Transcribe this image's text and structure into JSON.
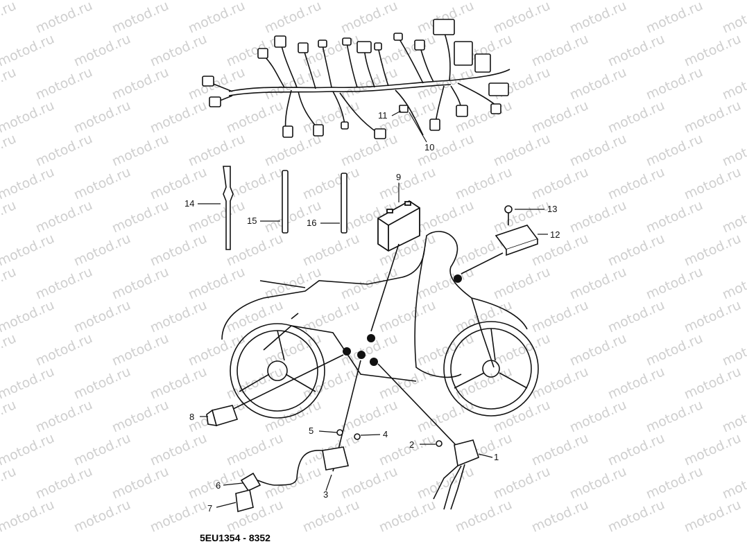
{
  "watermark": "motod.ru",
  "diagram_code": "5EU1354 - 8352",
  "callouts": [
    "1",
    "2",
    "3",
    "4",
    "5",
    "6",
    "7",
    "8",
    "9",
    "10",
    "11",
    "12",
    "13",
    "14",
    "15",
    "16"
  ],
  "colors": {
    "line": "#111111",
    "watermark": "#cfcfcf",
    "background": "#ffffff"
  }
}
